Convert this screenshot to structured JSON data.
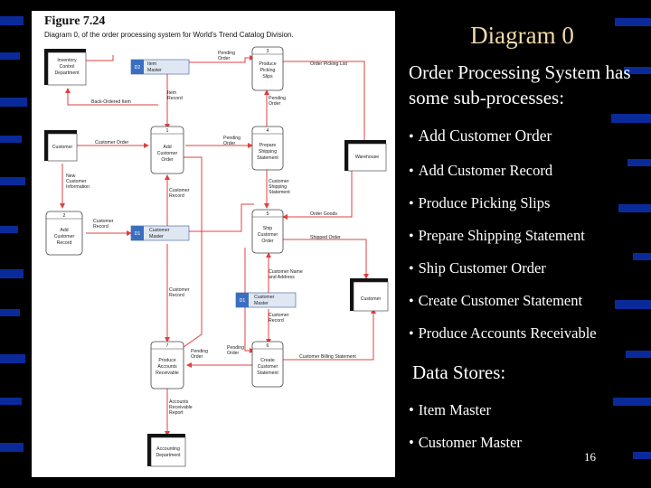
{
  "slide": {
    "title": "Diagram 0",
    "intro": "Order Processing System has some sub-processes:",
    "bullets": [
      "Add Customer Order",
      "Add Customer Record",
      "Produce Picking Slips",
      "Prepare Shipping Statement",
      "Ship Customer Order",
      "Create Customer Statement",
      "Produce Accounts Receivable"
    ],
    "data_stores_heading": "Data Stores:",
    "data_stores": [
      "Item Master",
      "Customer Master"
    ],
    "page_number": "16",
    "colors": {
      "title": "#f1d9a8",
      "text": "#ffffff",
      "background": "#000000",
      "stripe": "#0b2a9a"
    }
  },
  "figure": {
    "title": "Figure 7.24",
    "caption": "Diagram 0, of the order processing system for World's Trend Catalog Division.",
    "entities": {
      "inventory": [
        "Inventory",
        "Control",
        "Department"
      ],
      "customer_left": "Customer",
      "warehouse": "Warehouse",
      "customer_right": "Customer",
      "accounting": [
        "Accounting",
        "Department"
      ]
    },
    "processes": {
      "p1": {
        "num": "1",
        "lines": [
          "Add",
          "Customer",
          "Order"
        ]
      },
      "p2": {
        "num": "2",
        "lines": [
          "Add",
          "Customer",
          "Record"
        ]
      },
      "p3": {
        "num": "3",
        "lines": [
          "Produce",
          "Picking",
          "Slips"
        ]
      },
      "p4": {
        "num": "4",
        "lines": [
          "Prepare",
          "Shipping",
          "Statement"
        ]
      },
      "p5": {
        "num": "5",
        "lines": [
          "Ship",
          "Customer",
          "Order"
        ]
      },
      "p6": {
        "num": "6",
        "lines": [
          "Create",
          "Customer",
          "Statement"
        ]
      },
      "p7": {
        "num": "7",
        "lines": [
          "Produce",
          "Accounts",
          "Receivable"
        ]
      }
    },
    "stores": {
      "d2": {
        "id": "D2",
        "name": [
          "Item",
          "Master"
        ]
      },
      "d1a": {
        "id": "D1",
        "name": [
          "Customer",
          "Master"
        ]
      },
      "d1b": {
        "id": "D1",
        "name": [
          "Customer",
          "Master"
        ]
      }
    },
    "flows": {
      "pending_order_top": [
        "Pending",
        "Order"
      ],
      "order_picking_list": "Order Picking List",
      "item_record": [
        "Item",
        "Record"
      ],
      "back_ordered_item": "Back-Ordered Item",
      "pending_order_34": [
        "Pending",
        "Order"
      ],
      "customer_order": "Customer Order",
      "pending_order_14": [
        "Pending",
        "Order"
      ],
      "new_customer_info": [
        "New",
        "Customer",
        "Information"
      ],
      "customer_record_1": [
        "Customer",
        "Record"
      ],
      "customer_shipping_statement": [
        "Customer",
        "Shipping",
        "Statement"
      ],
      "customer_record_2": [
        "Customer",
        "Record"
      ],
      "order_goods": "Order Goods",
      "shipped_order": "Shipped Order",
      "customer_name_address": [
        "Customer Name",
        "and Address"
      ],
      "customer_record_3": [
        "Customer",
        "Record"
      ],
      "customer_record_4": [
        "Customer",
        "Record"
      ],
      "pending_order_7": [
        "Pending",
        "Order"
      ],
      "pending_order_6": [
        "Pending",
        "Order"
      ],
      "customer_billing_statement": "Customer Billing Statement",
      "accounts_receivable_report": [
        "Accounts",
        "Receivable",
        "Report"
      ]
    }
  }
}
